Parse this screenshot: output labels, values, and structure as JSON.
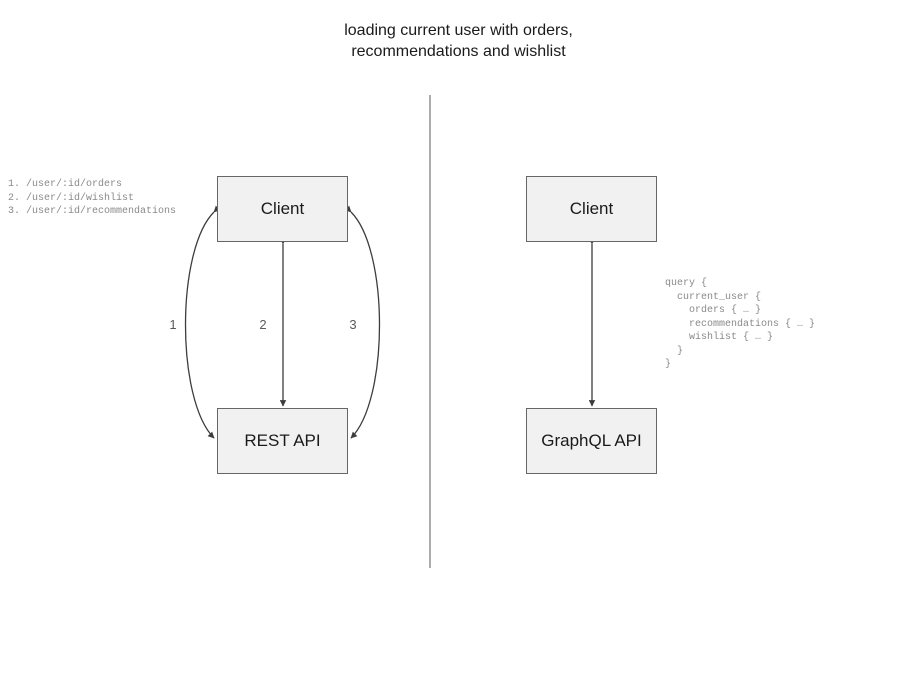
{
  "title": "loading current user with orders,\nrecommendations and wishlist",
  "colors": {
    "background": "#ffffff",
    "node_fill": "#f1f1f1",
    "node_border": "#666666",
    "connector": "#3d3d3d",
    "divider": "#8a8a8a",
    "note_text": "#8a8a8a",
    "edge_label": "#5b5b5b",
    "title_text": "#1a1a1a"
  },
  "rest_panel": {
    "client_label": "Client",
    "api_label": "REST API",
    "edge_labels": [
      "1",
      "2",
      "3"
    ],
    "endpoints_note": "1. /user/:id/orders\n2. /user/:id/wishlist\n3. /user/:id/recommendations",
    "endpoints": [
      {
        "number": "1.",
        "path": "/user/:id/orders"
      },
      {
        "number": "2.",
        "path": "/user/:id/wishlist"
      },
      {
        "number": "3.",
        "path": "/user/:id/recommendations"
      }
    ]
  },
  "graphql_panel": {
    "client_label": "Client",
    "api_label": "GraphQL API",
    "query_note": "query {\n  current_user {\n    orders { … }\n    recommendations { … }\n    wishlist { … }\n  }\n}",
    "query_lines": [
      "query {",
      "  current_user {",
      "    orders { … }",
      "    recommendations { … }",
      "    wishlist { … }",
      "  }",
      "}"
    ]
  }
}
